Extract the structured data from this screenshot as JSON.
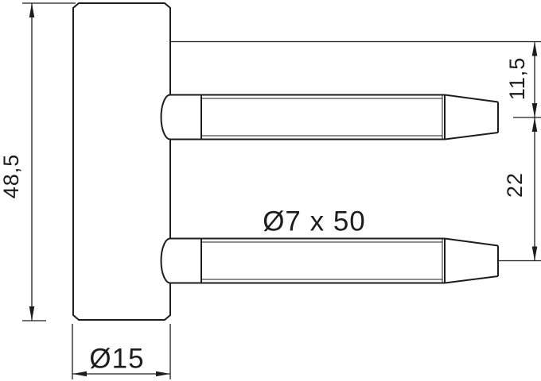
{
  "drawing": {
    "labels": {
      "pin_spec": "Ø7 x 50",
      "body_diameter": "Ø15"
    },
    "dimensions": {
      "body_height": "48,5",
      "pin_top_offset": "11,5",
      "pin_spacing": "22"
    },
    "colors": {
      "line": "#1d1d1d",
      "background": "#ffffff"
    }
  }
}
